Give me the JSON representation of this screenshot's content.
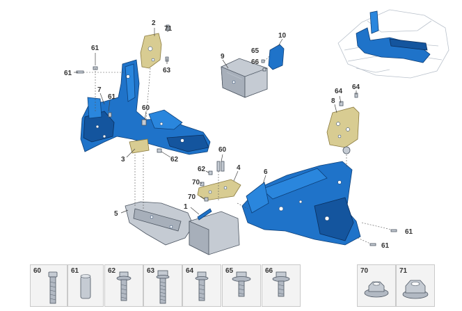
{
  "callouts": {
    "c2": "2",
    "c71": "71",
    "c61a": "61",
    "c63": "63",
    "c61b": "61",
    "c7": "7",
    "c61c": "61",
    "c60a": "60",
    "c3": "3",
    "c62a": "62",
    "c9": "9",
    "c10": "10",
    "c65": "65",
    "c66": "66",
    "c64a": "64",
    "c64b": "64",
    "c8": "8",
    "c60b": "60",
    "c62b": "62",
    "c4": "4",
    "c6": "6",
    "c70a": "70",
    "c70b": "70",
    "c1": "1",
    "c5": "5",
    "c61d": "61",
    "c61e": "61"
  },
  "fasteners": [
    {
      "id": "60",
      "icon": "bolt-long-icon"
    },
    {
      "id": "61",
      "icon": "stud-icon"
    },
    {
      "id": "62",
      "icon": "flange-bolt-icon"
    },
    {
      "id": "63",
      "icon": "threaded-bolt-icon"
    },
    {
      "id": "64",
      "icon": "hex-bolt-icon"
    },
    {
      "id": "65",
      "icon": "washer-bolt-icon"
    },
    {
      "id": "66",
      "icon": "flange-screw-icon"
    },
    {
      "id": "70",
      "icon": "flange-nut-icon"
    },
    {
      "id": "71",
      "icon": "hex-nut-icon"
    }
  ],
  "colors": {
    "part_blue": "#1f73c9",
    "bracket_gold": "#d8cc92",
    "fastener_steel": "#c5cbd3"
  }
}
